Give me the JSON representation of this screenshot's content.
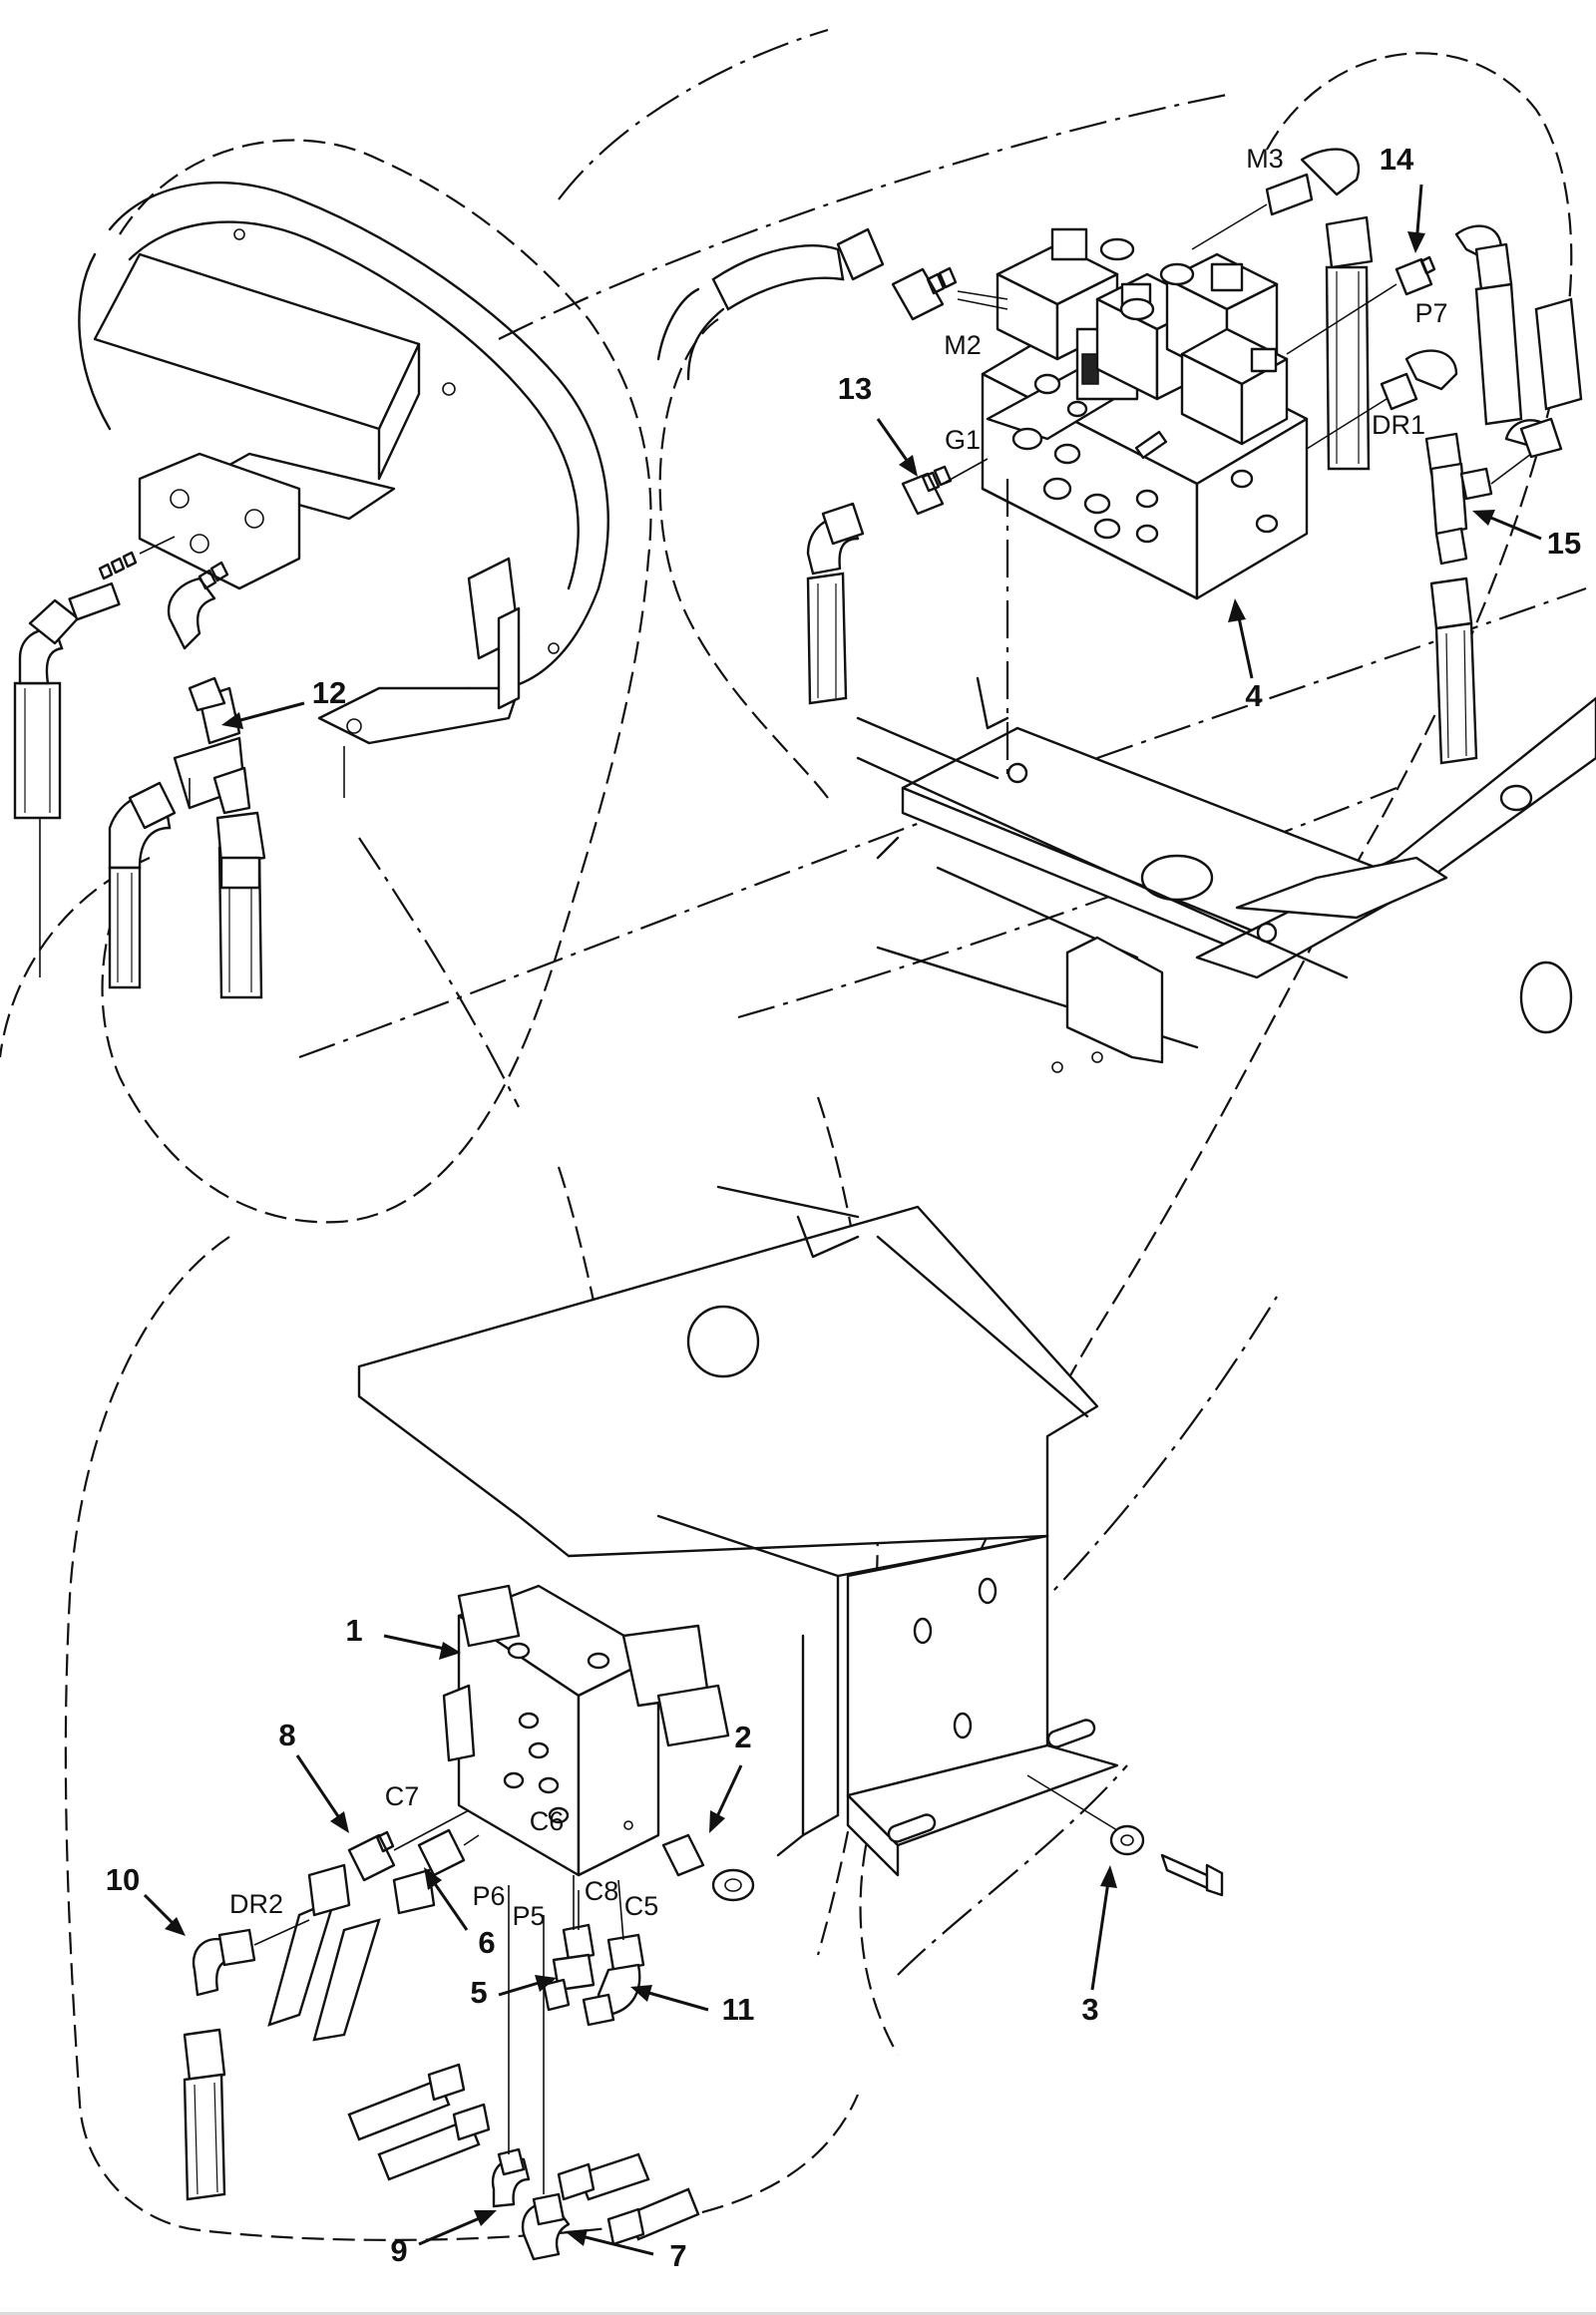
{
  "callouts": {
    "c1": "1",
    "c2": "2",
    "c3": "3",
    "c4": "4",
    "c5": "5",
    "c6": "6",
    "c7": "7",
    "c8": "8",
    "c9": "9",
    "c10": "10",
    "c11": "11",
    "c12": "12",
    "c13": "13",
    "c14": "14",
    "c15": "15"
  },
  "ports": {
    "m3": "M3",
    "m2": "M2",
    "p7": "P7",
    "g1": "G1",
    "dr1": "DR1",
    "c7": "C7",
    "c6": "C6",
    "dr2": "DR2",
    "p6": "P6",
    "p5": "P5",
    "c8": "C8",
    "c5": "C5"
  }
}
